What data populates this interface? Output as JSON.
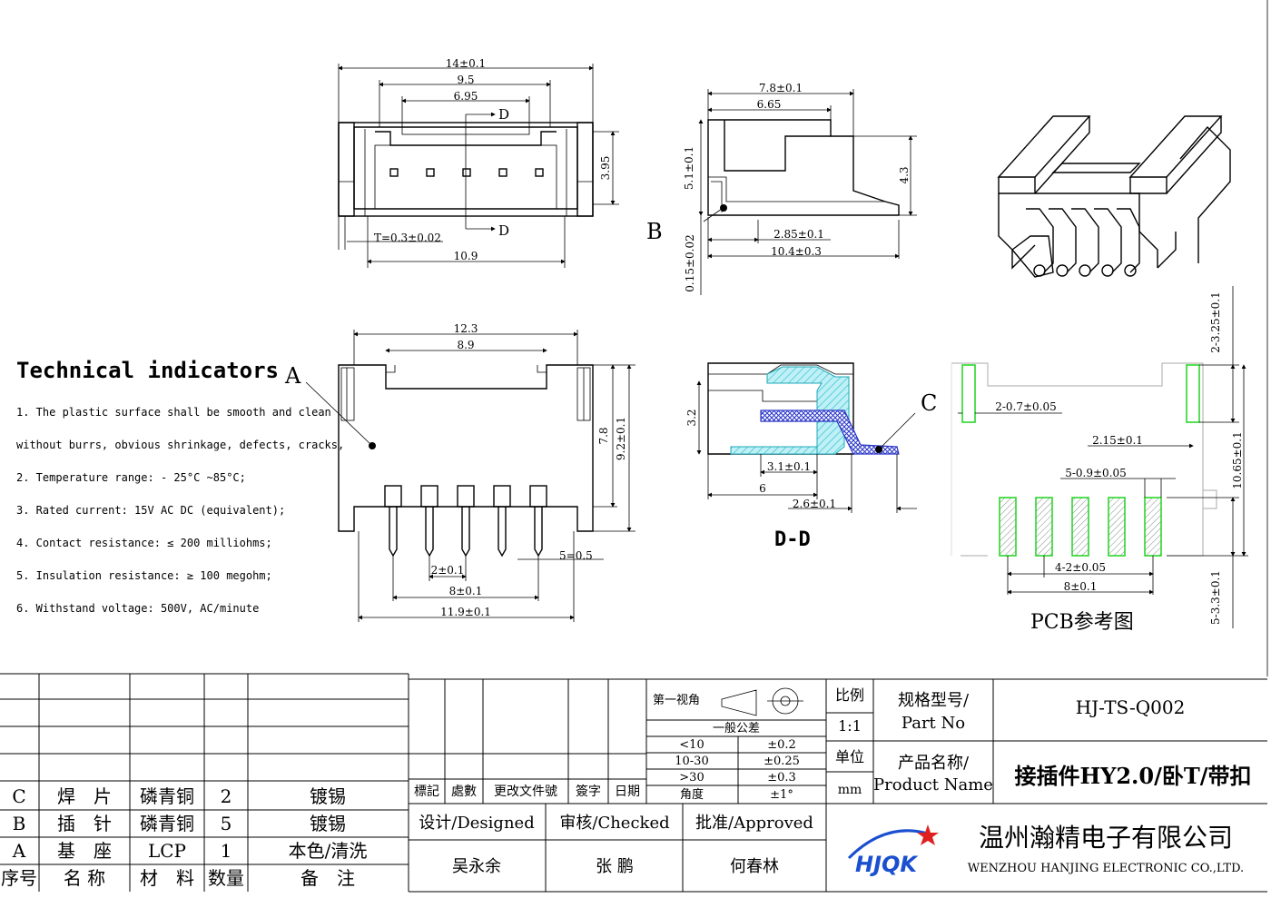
{
  "colors": {
    "ink": "#000000",
    "hatch_cyan": "#3fc6d8",
    "hatch_blue": "#2a36c8",
    "pcb_green": "#1fd31f",
    "logo_blue": "#1a4fd0",
    "logo_red": "#e02020"
  },
  "top_view": {
    "dims": [
      "14±0.1",
      "9.5",
      "6.95",
      "3.95",
      "T=0.3±0.02",
      "10.9"
    ],
    "section_mark": "D"
  },
  "side_view": {
    "dims": [
      "7.8±0.1",
      "6.65",
      "4.3",
      "5.1±0.1",
      "2.85±0.1",
      "10.4±0.3",
      "0.15±0.02"
    ],
    "callout": "B"
  },
  "front_view": {
    "dims": [
      "12.3",
      "8.9",
      "7.8",
      "9.2±0.1",
      "2±0.1",
      "8±0.1",
      "11.9±0.1",
      "5=0.5"
    ],
    "callout": "A"
  },
  "section_view": {
    "dims": [
      "3.2",
      "3.1±0.1",
      "6",
      "2.6±0.1"
    ],
    "callout": "C",
    "label": "D-D"
  },
  "pcb_view": {
    "dims": [
      "2-3.25±0.1",
      "2-0.7±0.05",
      "2.15±0.1",
      "5-0.9±0.05",
      "10.65±0.1",
      "4-2±0.05",
      "8±0.1",
      "5-3.3±0.1"
    ],
    "label": "PCB参考图"
  },
  "tech": {
    "heading": "Technical indicators",
    "items": [
      "1. The plastic surface shall be smooth and clean",
      "without burrs, obvious shrinkage, defects, cracks,",
      "2. Temperature range: - 25°C ~85°C;",
      "3. Rated current: 15V AC DC (equivalent);",
      "4. Contact resistance: ≤ 200 milliohms;",
      "5. Insulation resistance: ≥ 100 megohm;",
      "6. Withstand voltage: 500V, AC/minute"
    ]
  },
  "bom": {
    "rows": [
      {
        "idx": "C",
        "name": "焊　片",
        "material": "磷青铜",
        "qty": "2",
        "note": "镀锡"
      },
      {
        "idx": "B",
        "name": "插　针",
        "material": "磷青铜",
        "qty": "5",
        "note": "镀锡"
      },
      {
        "idx": "A",
        "name": "基　座",
        "material": "LCP",
        "qty": "1",
        "note": "本色/清洗"
      }
    ],
    "header": {
      "idx": "序号",
      "name": "名 称",
      "material": "材　料",
      "qty": "数量",
      "note": "备　注"
    }
  },
  "revision": {
    "labels": [
      "標記",
      "處數",
      "更改文件號",
      "簽字",
      "日期"
    ]
  },
  "signoff": {
    "designed_label": "设计/Designed",
    "checked_label": "审核/Checked",
    "approved_label": "批准/Approved",
    "designed": "吴永余",
    "checked": "张 鹏",
    "approved": "何春林"
  },
  "tolerance": {
    "projection": "第一视角",
    "title": "一般公差",
    "rows": [
      {
        "range": "<10",
        "tol": "±0.2"
      },
      {
        "range": "10-30",
        "tol": "±0.25"
      },
      {
        "range": ">30",
        "tol": "±0.3"
      },
      {
        "range": "角度",
        "tol": "±1°"
      }
    ]
  },
  "title_block": {
    "scale_label": "比例",
    "scale": "1:1",
    "unit_label": "单位",
    "unit": "mm",
    "part_no_label_cn": "规格型号/",
    "part_no_label_en": "Part No",
    "part_no": "HJ-TS-Q002",
    "product_label_cn": "产品名称/",
    "product_label_en": "Product Name",
    "product": "接插件HY2.0/卧T/带扣",
    "logo": "HJQK",
    "company_cn": "温州瀚精电子有限公司",
    "company_en": "WENZHOU HANJING ELECTRONIC CO.,LTD."
  }
}
